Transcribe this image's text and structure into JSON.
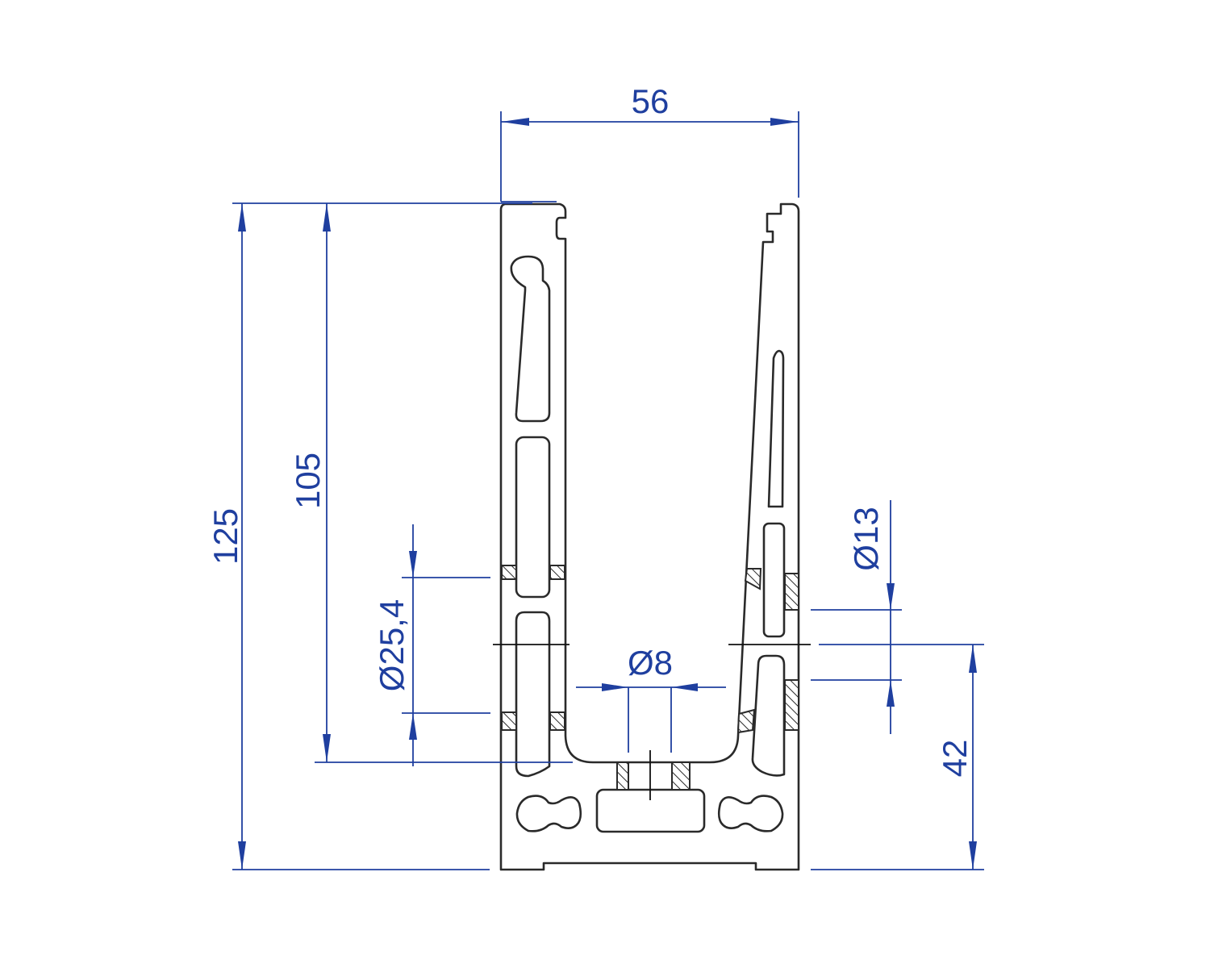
{
  "drawing": {
    "dimensions": {
      "width": "56",
      "total_height": "125",
      "inner_height": "105",
      "left_hole_diameter": "Ø25,4",
      "bottom_hole_diameter": "Ø8",
      "right_hole_diameter": "Ø13",
      "right_hole_height": "42"
    },
    "colors": {
      "dimension": "#1f3f9f",
      "outline": "#2a2a2a"
    }
  }
}
